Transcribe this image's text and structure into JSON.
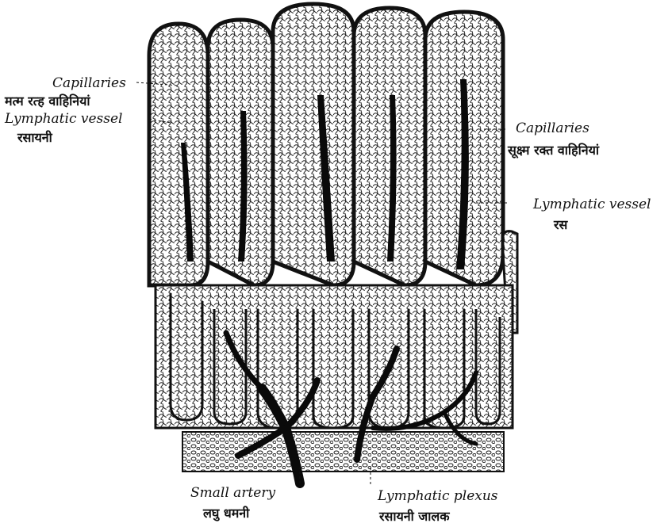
{
  "labels": {
    "capillaries_left": {
      "en": "Capillaries",
      "hi": "मत्म रत्ह वाहिनियां"
    },
    "lymphatic_vessel_left": {
      "en": "Lymphatic vessel",
      "hi": "रसायनी"
    },
    "capillaries_right": {
      "en": "Capillaries",
      "hi": "सूक्ष्म रक्त वाहिनियां"
    },
    "lymphatic_vessel_right": {
      "en": "Lymphatic vessel",
      "hi": "रस"
    },
    "small_artery": {
      "en": "Small artery",
      "hi": "लघु धमनी"
    },
    "lymphatic_plexus": {
      "en": "Lymphatic plexus",
      "hi": "रसायनी जालक"
    }
  },
  "colors": {
    "ink": "#111111",
    "paper": "#ffffff"
  }
}
